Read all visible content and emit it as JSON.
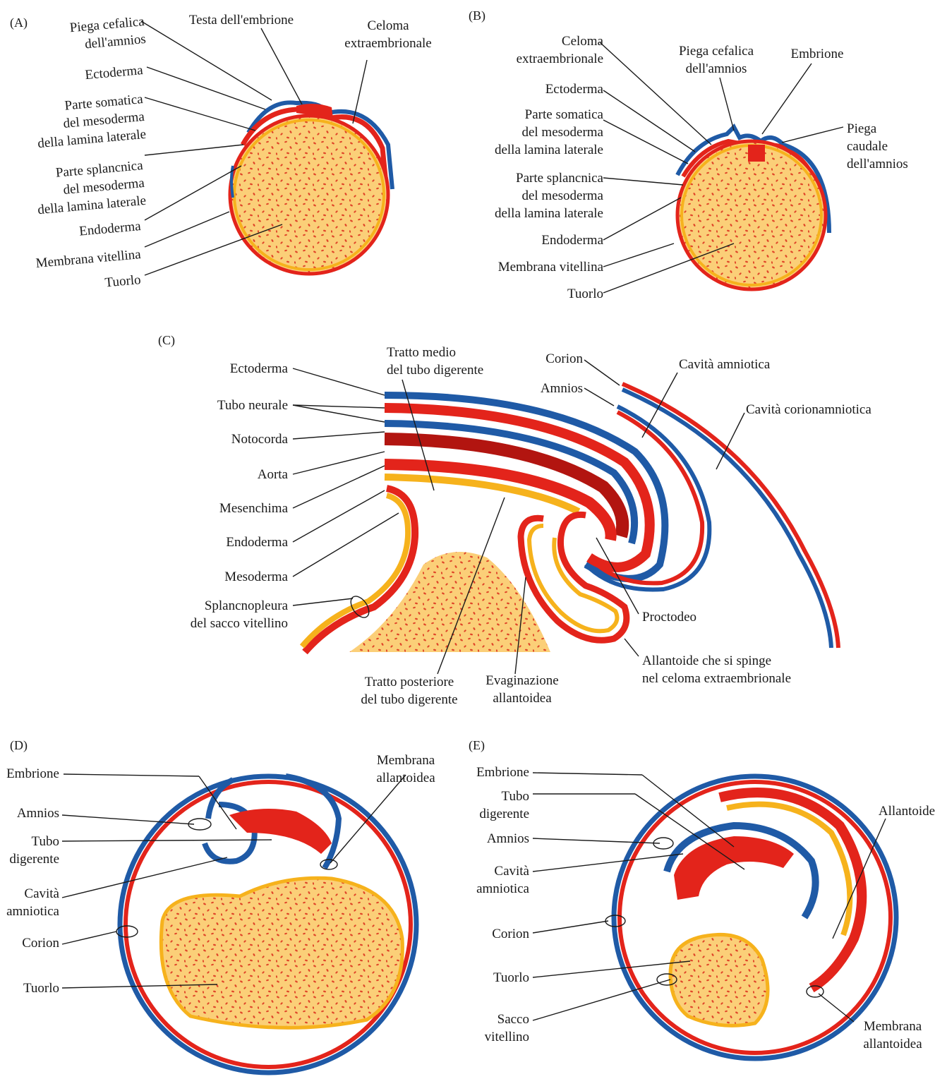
{
  "colors": {
    "ectoderm": "#1f5aa6",
    "mesoderm": "#e3241b",
    "endoderm": "#f6b21c",
    "yolk": "#fbcf78",
    "yolk_dots": "#e0472a",
    "line": "#1a1a1a"
  },
  "panels": {
    "A": {
      "letter": "(A)",
      "labels": {
        "head_fold": [
          "Piega cefalica",
          "dell'amnios"
        ],
        "embryo_head": [
          "Testa dell'embrione"
        ],
        "coelom": [
          "Celoma",
          "extraembrionale"
        ],
        "ectoderm": [
          "Ectoderma"
        ],
        "somatic": [
          "Parte somatica",
          "del mesoderma",
          "della lamina laterale"
        ],
        "splanchnic": [
          "Parte splancnica",
          "del mesoderma",
          "della lamina laterale"
        ],
        "endoderm": [
          "Endoderma"
        ],
        "vitelline": [
          "Membrana vitellina"
        ],
        "yolk": [
          "Tuorlo"
        ]
      }
    },
    "B": {
      "letter": "(B)",
      "labels": {
        "coelom": [
          "Celoma",
          "extraembrionale"
        ],
        "head_fold": [
          "Piega cefalica",
          "dell'amnios"
        ],
        "embryo": [
          "Embrione"
        ],
        "ectoderm": [
          "Ectoderma"
        ],
        "tail_fold": [
          "Piega",
          "caudale",
          "dell'amnios"
        ],
        "somatic": [
          "Parte somatica",
          "del mesoderma",
          "della lamina laterale"
        ],
        "splanchnic": [
          "Parte splancnica",
          "del mesoderma",
          "della lamina laterale"
        ],
        "endoderm": [
          "Endoderma"
        ],
        "vitelline": [
          "Membrana vitellina"
        ],
        "yolk": [
          "Tuorlo"
        ]
      }
    },
    "C": {
      "letter": "(C)",
      "labels": {
        "ectoderm": [
          "Ectoderma"
        ],
        "midgut": [
          "Tratto medio",
          "del tubo digerente"
        ],
        "chorion": [
          "Corion"
        ],
        "amniotic_cavity": [
          "Cavità amniotica"
        ],
        "amnion": [
          "Amnios"
        ],
        "neural_tube": [
          "Tubo neurale"
        ],
        "chorioamniotic": [
          "Cavità corionamniotica"
        ],
        "notochord": [
          "Notocorda"
        ],
        "aorta": [
          "Aorta"
        ],
        "mesenchyme": [
          "Mesenchima"
        ],
        "endoderm": [
          "Endoderma"
        ],
        "mesoderm": [
          "Mesoderma"
        ],
        "splanchnopleure": [
          "Splancnopleura",
          "del sacco vitellino"
        ],
        "proctodeum": [
          "Proctodeo"
        ],
        "allantois_pushing": [
          "Allantoide che si spinge",
          "nel celoma extraembrionale"
        ],
        "hindgut": [
          "Tratto posteriore",
          "del tubo digerente"
        ],
        "allantoic_evagination": [
          "Evaginazione",
          "allantoidea"
        ]
      }
    },
    "D": {
      "letter": "(D)",
      "labels": {
        "embryo": [
          "Embrione"
        ],
        "allantoic_membrane": [
          "Membrana",
          "allantoidea"
        ],
        "amnion": [
          "Amnios"
        ],
        "gut": [
          "Tubo",
          "digerente"
        ],
        "amniotic_cavity": [
          "Cavità",
          "amniotica"
        ],
        "chorion": [
          "Corion"
        ],
        "yolk": [
          "Tuorlo"
        ]
      }
    },
    "E": {
      "letter": "(E)",
      "labels": {
        "embryo": [
          "Embrione"
        ],
        "gut": [
          "Tubo",
          "digerente"
        ],
        "allantois": [
          "Allantoide"
        ],
        "amnion": [
          "Amnios"
        ],
        "amniotic_cavity": [
          "Cavità",
          "amniotica"
        ],
        "chorion": [
          "Corion"
        ],
        "yolk": [
          "Tuorlo"
        ],
        "yolk_sac": [
          "Sacco",
          "vitellino"
        ],
        "allantoic_membrane": [
          "Membrana",
          "allantoidea"
        ]
      }
    }
  }
}
